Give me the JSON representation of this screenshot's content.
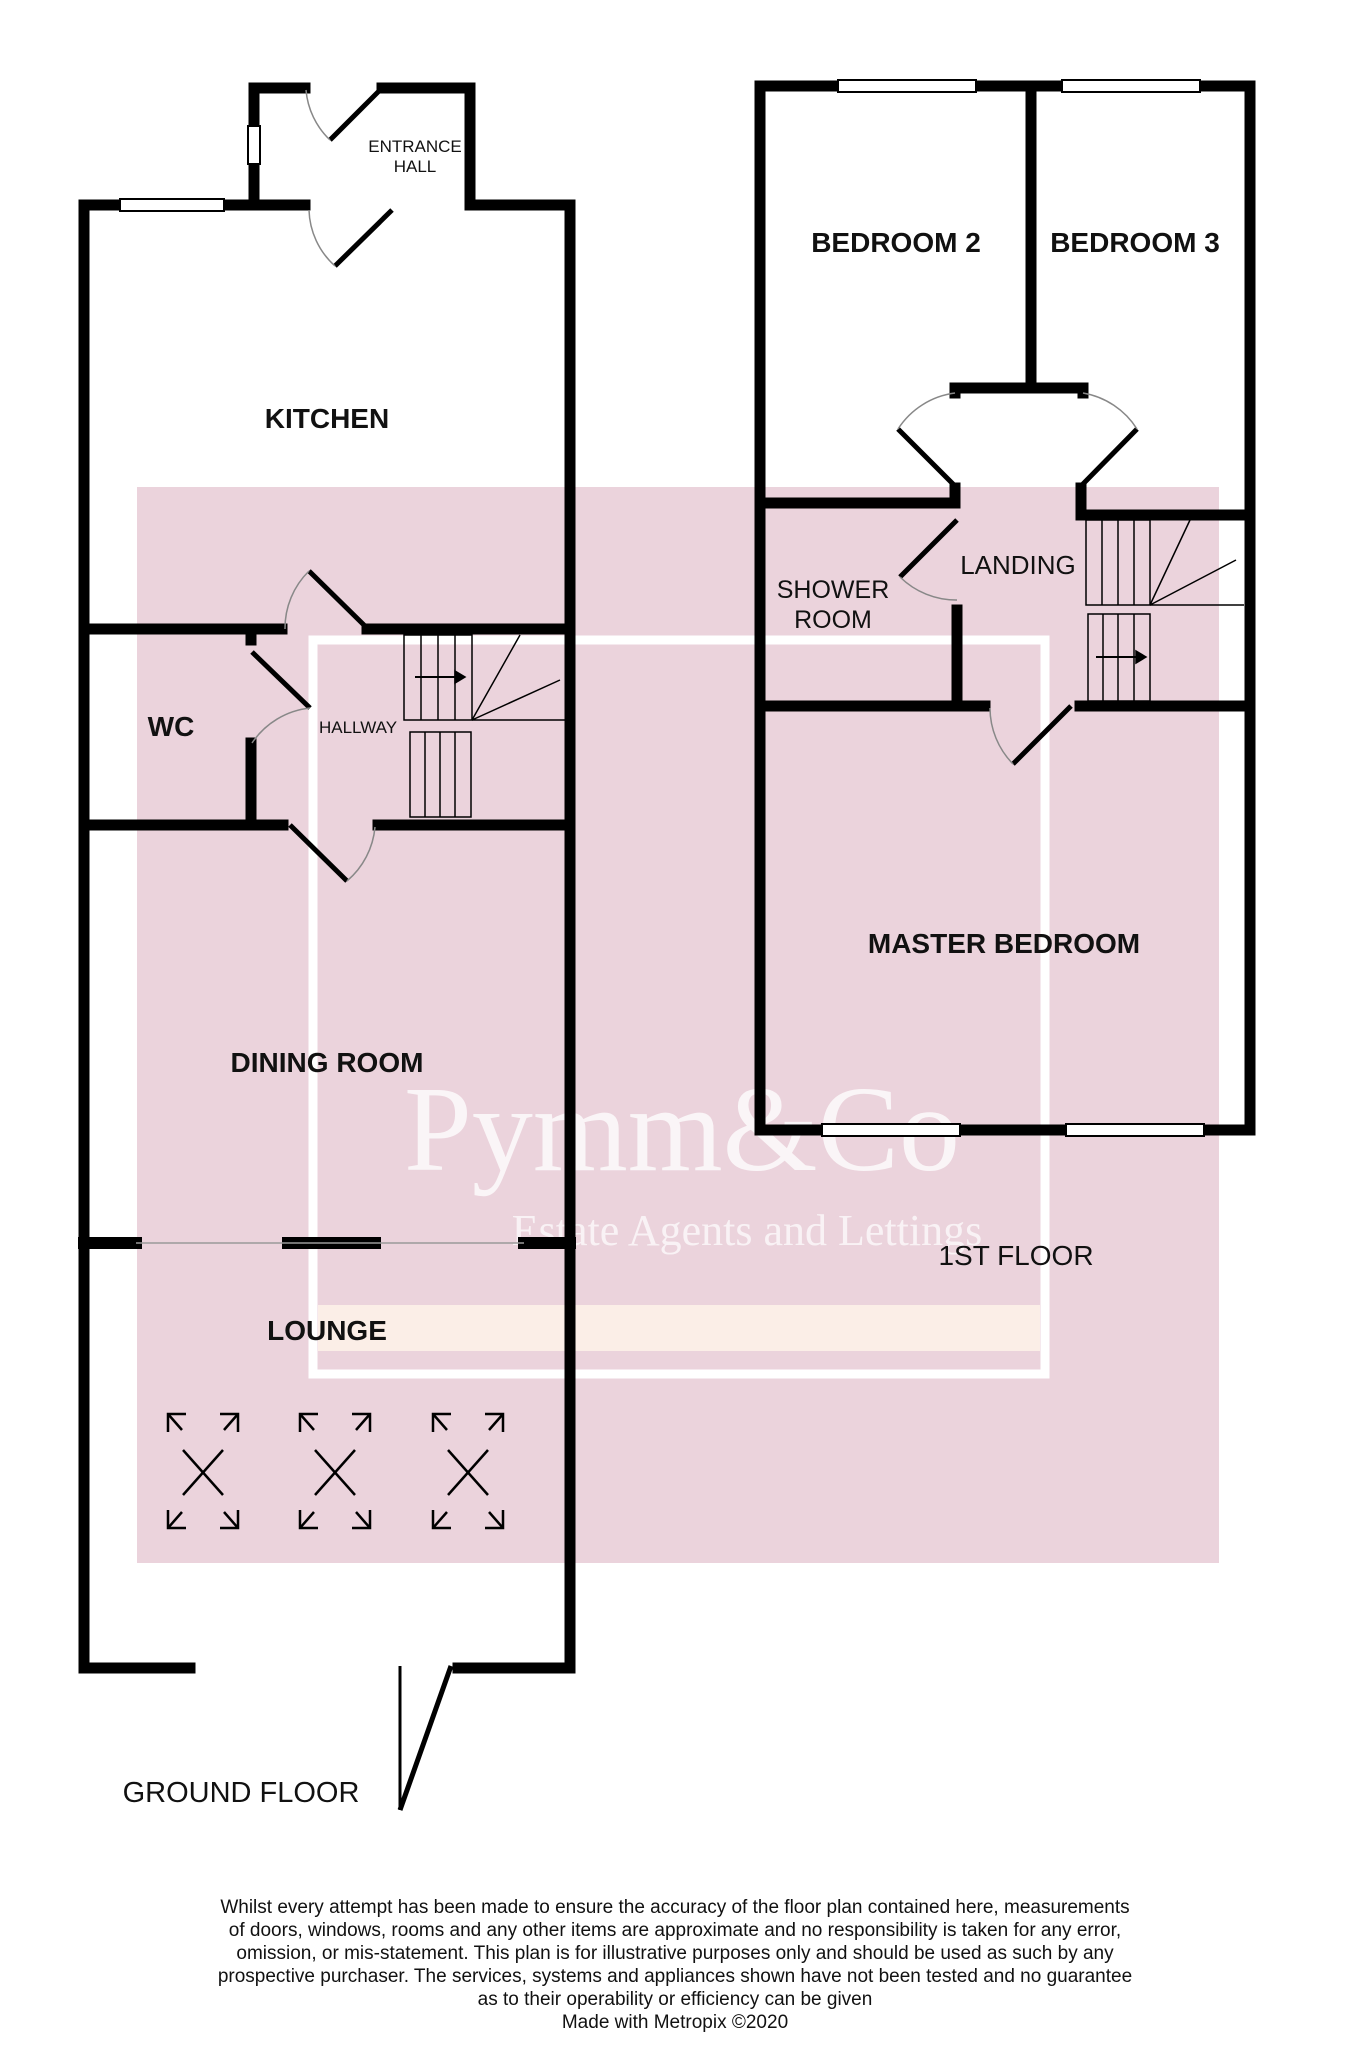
{
  "watermark": {
    "brand": "Pymm&Co",
    "tagline": "Estate Agents and Lettings",
    "colors": {
      "background": "#ebd3dc",
      "frame": "#ffffff",
      "band": "#fbeee7"
    }
  },
  "ground_floor": {
    "label": "GROUND FLOOR",
    "rooms": {
      "entrance_hall": [
        "ENTRANCE",
        "HALL"
      ],
      "kitchen": "KITCHEN",
      "wc": "WC",
      "hallway": "HALLWAY",
      "dining_room": "DINING ROOM",
      "lounge": "LOUNGE"
    }
  },
  "first_floor": {
    "label": "1ST FLOOR",
    "rooms": {
      "bedroom_2": "BEDROOM 2",
      "bedroom_3": "BEDROOM 3",
      "landing": "LANDING",
      "shower_room": [
        "SHOWER",
        "ROOM"
      ],
      "master_bedroom": "MASTER BEDROOM"
    }
  },
  "disclaimer": {
    "lines": [
      "Whilst every attempt has been made to ensure the accuracy of the floor plan contained here, measurements",
      "of doors, windows, rooms and any other items are approximate and no responsibility is taken for any error,",
      "omission, or mis-statement. This plan is for illustrative purposes only and should be used as such by any",
      "prospective purchaser. The services, systems and appliances shown have not been tested and no guarantee",
      "as to their operability or efficiency can be given"
    ],
    "credit": "Made with Metropix ©2020"
  }
}
